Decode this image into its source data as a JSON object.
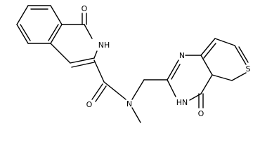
{
  "molecule": {
    "atom_labels": {
      "carbonyl_o_top": "O",
      "nh_left": "NH",
      "carbonyl_o_amide": "O",
      "n_amide": "N",
      "n_pyrimidine": "N",
      "s_thiophene": "S",
      "nh_pyrimidinone": "HN",
      "carbonyl_o_bottom": "O"
    },
    "colors": {
      "bond": "#000000",
      "label": "#000000",
      "background": "#ffffff"
    }
  }
}
